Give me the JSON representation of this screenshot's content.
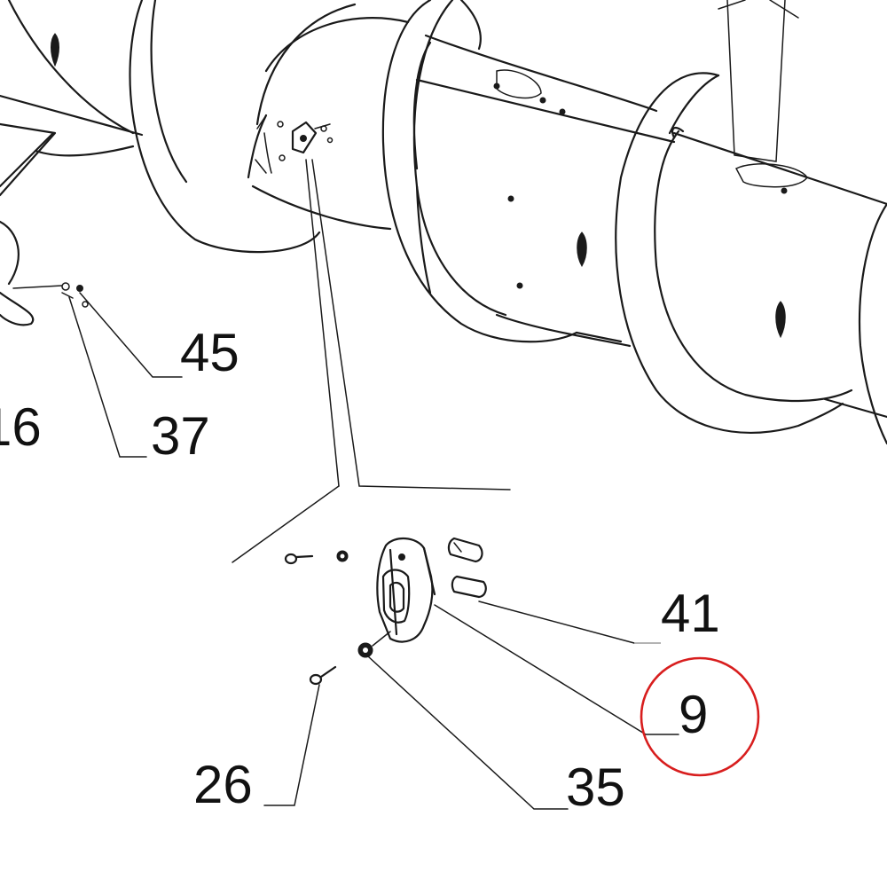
{
  "diagram": {
    "callouts": [
      {
        "id": "45",
        "label": "45"
      },
      {
        "id": "16",
        "label": "16"
      },
      {
        "id": "37",
        "label": "37"
      },
      {
        "id": "41",
        "label": "41"
      },
      {
        "id": "9",
        "label": "9"
      },
      {
        "id": "26",
        "label": "26"
      },
      {
        "id": "35",
        "label": "35"
      }
    ],
    "highlighted_callout": "9",
    "colors": {
      "line": "#1a1a1a",
      "highlight_ring": "#d81e1e",
      "background": "#ffffff"
    }
  }
}
